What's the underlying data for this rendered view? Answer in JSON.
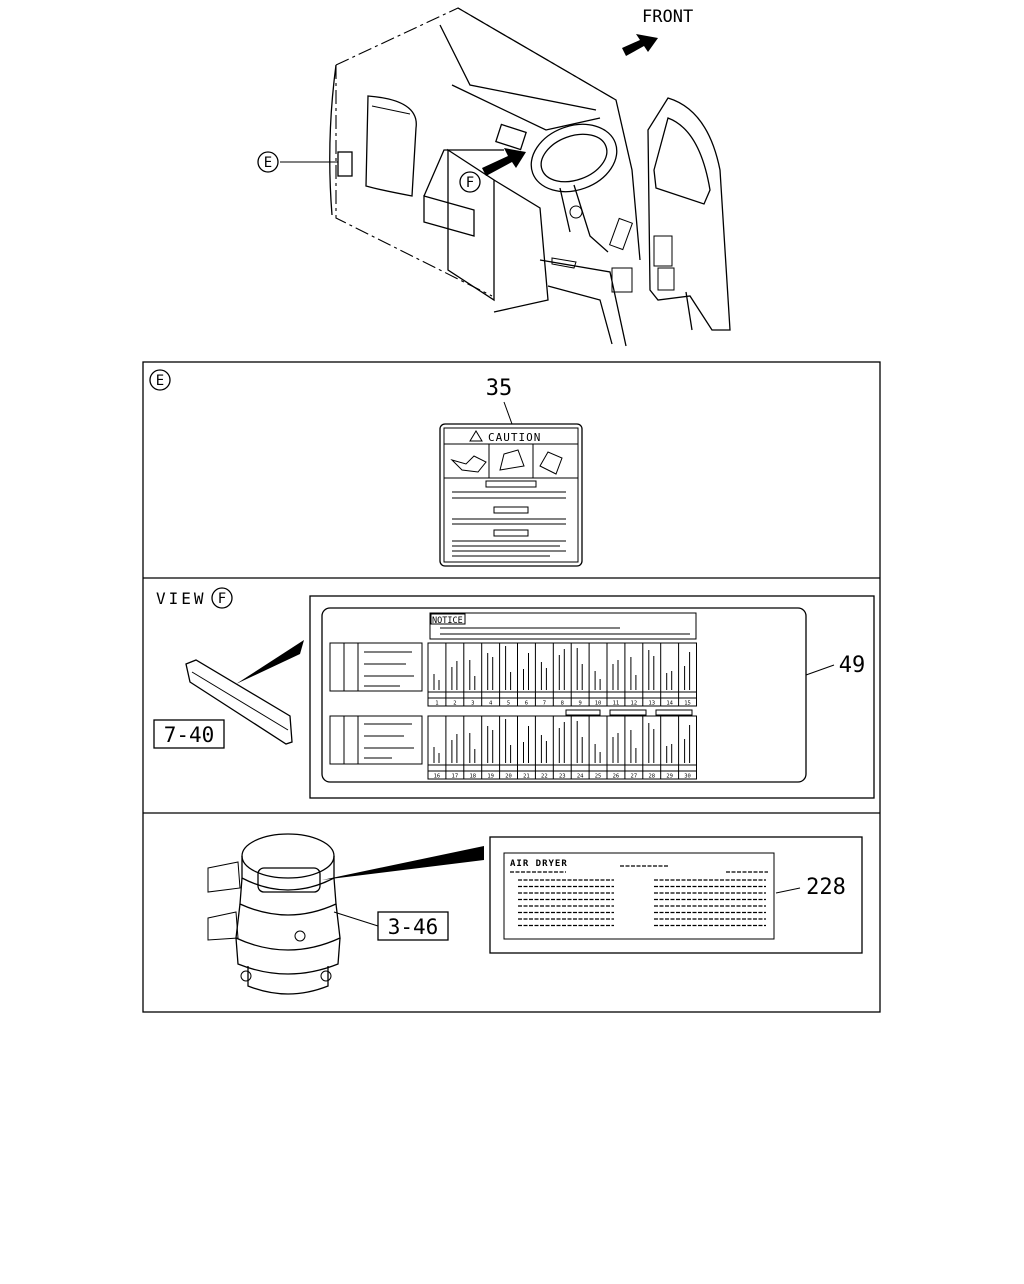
{
  "header": {
    "front_label": "FRONT"
  },
  "callouts": {
    "e": "E",
    "f": "F",
    "view_label": "VIEW",
    "ref_7_40": "7-40",
    "ref_3_46": "3-46"
  },
  "parts": {
    "caution_label_no": "35",
    "notice_label_no": "49",
    "air_dryer_label_no": "228"
  },
  "caution_label": {
    "title": "CAUTION"
  },
  "notice_label": {
    "title": "NOTICE",
    "fuse_numbers_top": [
      "1",
      "2",
      "3",
      "4",
      "5",
      "6",
      "7",
      "8",
      "9",
      "10",
      "11",
      "12",
      "13",
      "14",
      "15"
    ],
    "fuse_numbers_bottom": [
      "16",
      "17",
      "18",
      "19",
      "20",
      "21",
      "22",
      "23",
      "24",
      "25",
      "26",
      "27",
      "28",
      "29",
      "30"
    ]
  },
  "air_dryer_label": {
    "title": "AIR DRYER"
  }
}
